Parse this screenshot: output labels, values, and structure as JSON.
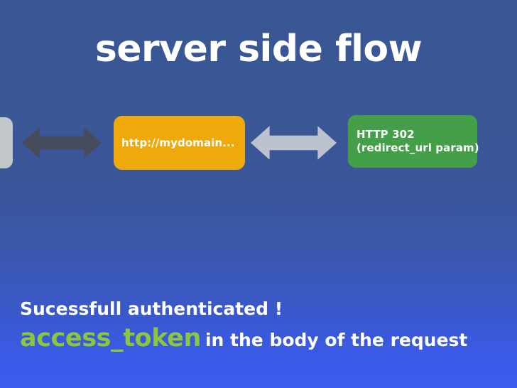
{
  "slide": {
    "title": "server side flow",
    "background_top_color": "#3a5795",
    "background_bottom_color": "#3b5bf0",
    "title_color": "#ffffff"
  },
  "diagram": {
    "nodes": [
      {
        "id": "client-node",
        "shape": "rounded-rect",
        "label": "",
        "color": "#c3c6c9",
        "note": "clipped at left edge of slide"
      },
      {
        "id": "domain-node",
        "shape": "rounded-rect",
        "label": "http://mydomain...",
        "color": "#f0a90b",
        "text_color": "#ffffff"
      },
      {
        "id": "redirect-node",
        "shape": "rounded-rect",
        "label_line1": "HTTP 302",
        "label_line2": "(redirect_url param)",
        "color": "#44a048",
        "text_color": "#ffffff"
      }
    ],
    "connectors": [
      {
        "id": "connector-left",
        "type": "double-headed-arrow",
        "color": "#474c5c",
        "from": "client-node",
        "to": "domain-node"
      },
      {
        "id": "connector-right",
        "type": "double-headed-arrow",
        "color": "#bcc3ce",
        "from": "domain-node",
        "to": "redirect-node"
      }
    ]
  },
  "caption": {
    "line1": "Sucessfull authenticated !",
    "token": "access_token",
    "token_color": "#8cc63e",
    "rest": "in the body of the request"
  }
}
